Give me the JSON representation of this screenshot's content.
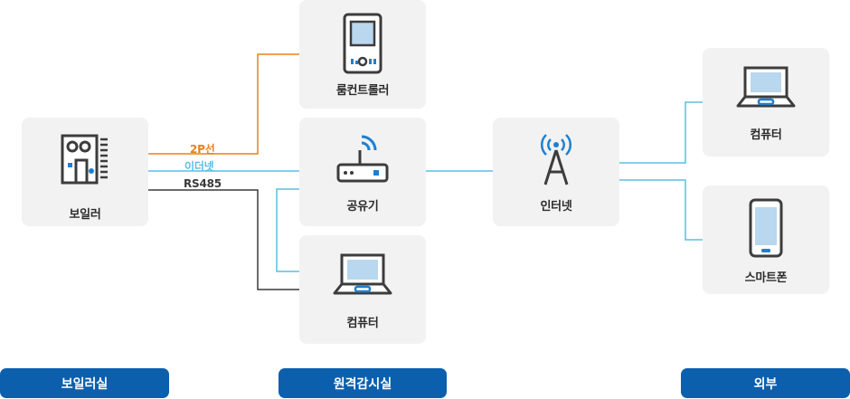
{
  "colors": {
    "two_wire": "#e8821c",
    "ethernet": "#5bbde4",
    "rs485": "#3a3a3a",
    "zone_bg": "#0b5fad",
    "node_bg": "#f2f2f2",
    "icon_stroke": "#3c3c3c",
    "icon_accent": "#1e7fd0"
  },
  "nodes": {
    "boiler": {
      "label": "보일러",
      "icon": "boiler-icon"
    },
    "room_controller": {
      "label": "룸컨트롤러",
      "icon": "room-controller-icon"
    },
    "router": {
      "label": "공유기",
      "icon": "router-icon"
    },
    "monitor_computer": {
      "label": "컴퓨터",
      "icon": "laptop-icon"
    },
    "internet": {
      "label": "인터넷",
      "icon": "antenna-icon"
    },
    "external_computer": {
      "label": "컴퓨터",
      "icon": "laptop-icon"
    },
    "smartphone": {
      "label": "스마트폰",
      "icon": "smartphone-icon"
    }
  },
  "wires": {
    "two_wire": "2P선",
    "ethernet": "이더넷",
    "rs485": "RS485"
  },
  "zones": {
    "boiler_room": "보일러실",
    "remote_monitoring": "원격감시실",
    "external": "외부"
  }
}
